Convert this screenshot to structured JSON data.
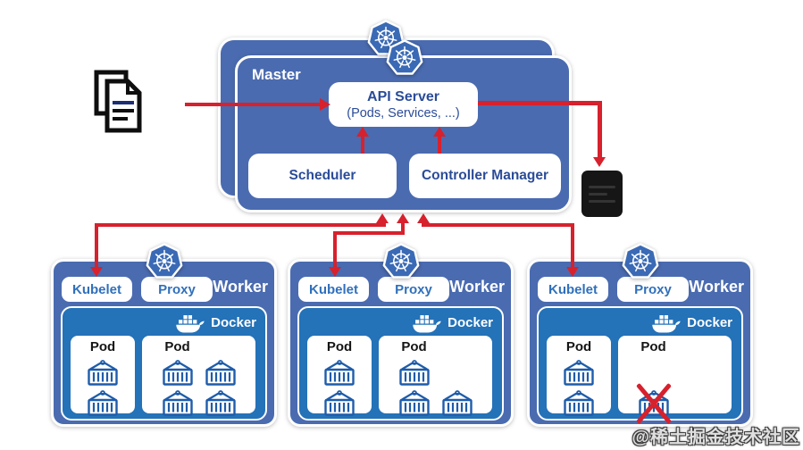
{
  "master": {
    "label": "Master",
    "api_server": {
      "title": "API Server",
      "subtitle": "(Pods, Services, ...)"
    },
    "scheduler_label": "Scheduler",
    "controller_manager_label": "Controller Manager"
  },
  "workers": [
    {
      "label": "Worker",
      "kubelet_label": "Kubelet",
      "proxy_label": "Proxy",
      "docker_label": "Docker",
      "pods": [
        {
          "label": "Pod",
          "cols": 1,
          "containers": [
            {
              "row": 1,
              "col": 1
            },
            {
              "row": 2,
              "col": 1
            }
          ]
        },
        {
          "label": "Pod",
          "cols": 2,
          "containers": [
            {
              "row": 1,
              "col": 1
            },
            {
              "row": 1,
              "col": 2
            },
            {
              "row": 2,
              "col": 1
            },
            {
              "row": 2,
              "col": 2
            }
          ]
        }
      ]
    },
    {
      "label": "Worker",
      "kubelet_label": "Kubelet",
      "proxy_label": "Proxy",
      "docker_label": "Docker",
      "pods": [
        {
          "label": "Pod",
          "cols": 1,
          "containers": [
            {
              "row": 1,
              "col": 1
            },
            {
              "row": 2,
              "col": 1
            }
          ]
        },
        {
          "label": "Pod",
          "cols": 2,
          "containers": [
            {
              "row": 1,
              "col": 1
            },
            {
              "row": 2,
              "col": 1
            },
            {
              "row": 2,
              "col": 2
            }
          ]
        }
      ]
    },
    {
      "label": "Worker",
      "kubelet_label": "Kubelet",
      "proxy_label": "Proxy",
      "docker_label": "Docker",
      "pods": [
        {
          "label": "Pod",
          "cols": 1,
          "containers": [
            {
              "row": 1,
              "col": 1
            },
            {
              "row": 2,
              "col": 1
            }
          ]
        },
        {
          "label": "Pod",
          "cols": 2,
          "containers": [
            {
              "row": 2,
              "col": 1,
              "failed": true
            }
          ]
        }
      ]
    }
  ],
  "icons": {
    "kubernetes_logo": "kubernetes-wheel-badge",
    "docker_logo": "docker-whale",
    "manifest_file": "deployment-file-document",
    "terminal": "dark-terminal",
    "container": "shipping-container",
    "failure_mark": "red-x"
  },
  "colors": {
    "box-blue": "#4a6bb0",
    "docker-blue": "#2472b8",
    "badge-blue": "#3a6ab5",
    "navy": "#2b4c98",
    "blue-text": "#3070bb",
    "container-blue": "#1e5caa",
    "red": "#d7212d",
    "pod-text": "#151515"
  },
  "watermark": "@稀土掘金技术社区"
}
